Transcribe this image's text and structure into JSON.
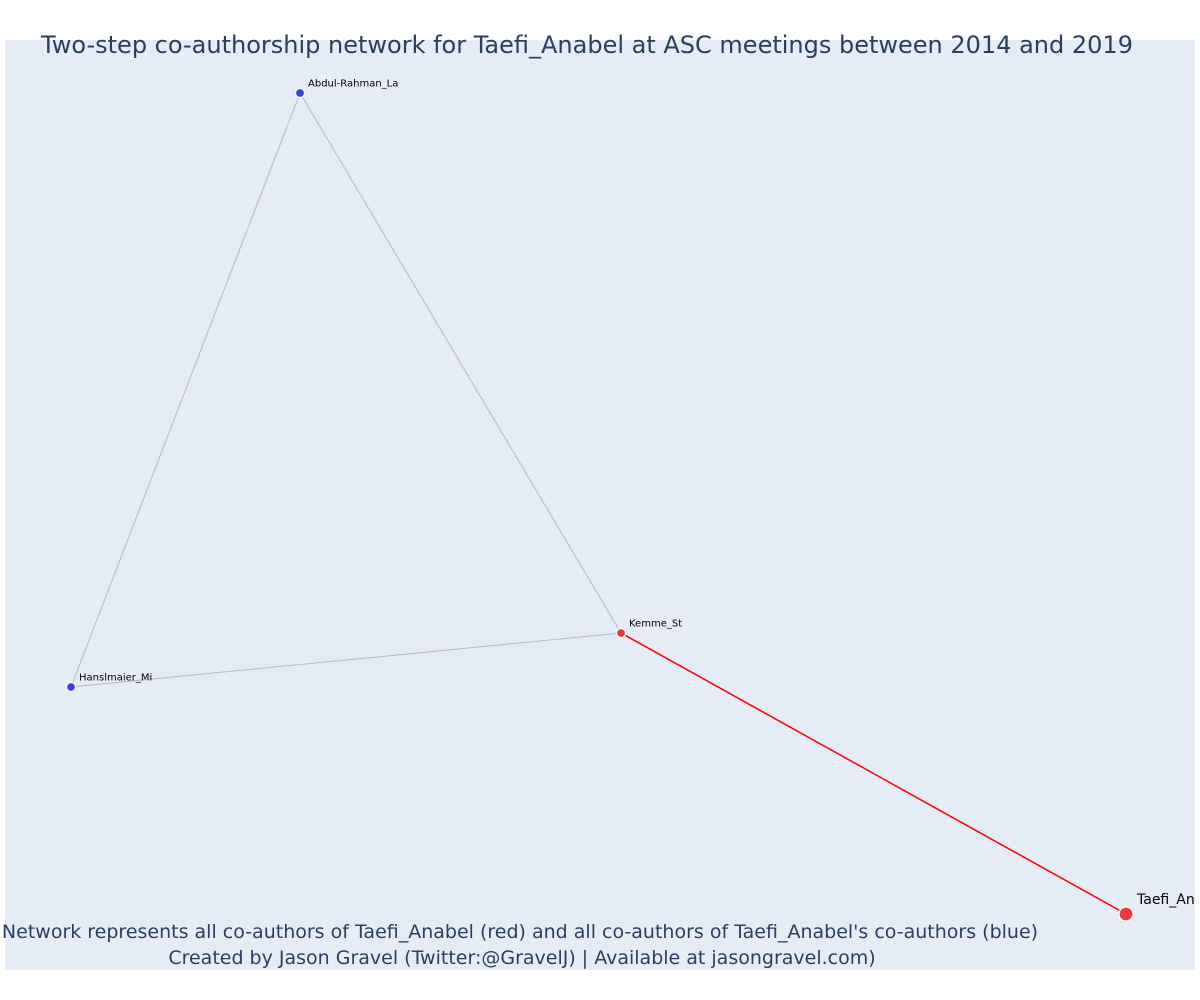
{
  "title": "Two-step co-authorship network for Taefi_Anabel at ASC meetings between 2014 and 2019",
  "caption": {
    "line1": "Network represents all co-authors of Taefi_Anabel (red) and all co-authors of Taefi_Anabel's co-authors (blue)",
    "line2": "Created by Jason Gravel (Twitter:@GravelJ) | Available at jasongravel.com)"
  },
  "colors": {
    "plot_background": "#e5ecf6",
    "direct_node": "#ef3a3a",
    "indirect_node": "#3b3fe6",
    "direct_edge": "#ff0000",
    "indirect_edge": "#b6b9cc"
  },
  "chart_data": {
    "type": "network",
    "nodes": [
      {
        "id": "Taefi_Anabel",
        "label": "Taefi_An",
        "group": "focal"
      },
      {
        "id": "Kemme_St",
        "label": "Kemme_St",
        "group": "co-author"
      },
      {
        "id": "Abdul-Rahman_La",
        "label": "Abdul-Rahman_La",
        "group": "co-author-of-co-author"
      },
      {
        "id": "Hanslmaier_Mi",
        "label": "Hanslmaier_Mi",
        "group": "co-author-of-co-author"
      }
    ],
    "edges": [
      {
        "source": "Taefi_Anabel",
        "target": "Kemme_St",
        "type": "direct"
      },
      {
        "source": "Kemme_St",
        "target": "Abdul-Rahman_La",
        "type": "indirect"
      },
      {
        "source": "Kemme_St",
        "target": "Hanslmaier_Mi",
        "type": "indirect"
      },
      {
        "source": "Abdul-Rahman_La",
        "target": "Hanslmaier_Mi",
        "type": "indirect"
      }
    ]
  }
}
